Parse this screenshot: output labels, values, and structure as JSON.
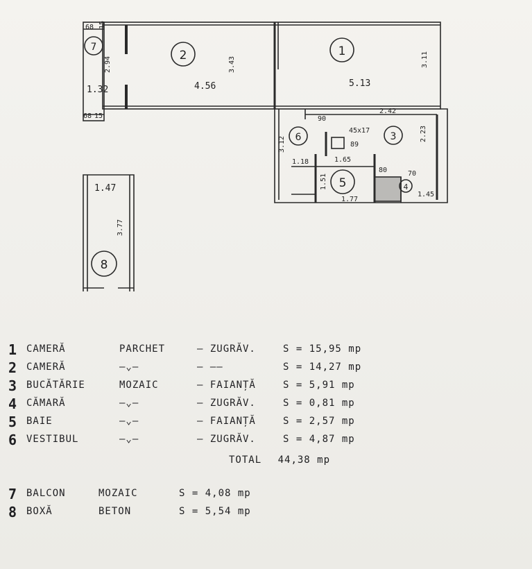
{
  "plan": {
    "rooms": [
      {
        "n": "1"
      },
      {
        "n": "2"
      },
      {
        "n": "3"
      },
      {
        "n": "4"
      },
      {
        "n": "5"
      },
      {
        "n": "6"
      },
      {
        "n": "7"
      },
      {
        "n": "8"
      }
    ],
    "dims": {
      "d_68_top": "68",
      "d_15_top": "15",
      "d_294": "2.94",
      "d_132": "1.32",
      "d_68_bot": "68",
      "d_15_bot": "15",
      "d_456": "4.56",
      "d_343": "3.43",
      "d_513": "5.13",
      "d_311": "3.11",
      "d_90": "90",
      "d_242": "2.42",
      "d_312": "3.12",
      "d_45x17": "45x17",
      "d_89": "89",
      "d_118": "1.18",
      "d_165": "1.65",
      "d_151": "1.51",
      "d_80": "80",
      "d_70": "70",
      "d_145": "1.45",
      "d_177": "1.77",
      "d_147": "1.47",
      "d_377": "3.77",
      "d_223": "2.23"
    }
  },
  "legend": [
    {
      "idx": "1",
      "name": "CAMERĂ",
      "floor": "PARCHET",
      "wall": "– ZUGRĂV.",
      "area": "S = 15,95 mp"
    },
    {
      "idx": "2",
      "name": "CAMERĂ",
      "floor": "—⌄—",
      "wall": "–  ——",
      "area": "S = 14,27 mp"
    },
    {
      "idx": "3",
      "name": "BUCĂTĂRIE",
      "floor": "MOZAIC",
      "wall": "– FAIANȚĂ",
      "area": "S = 5,91 mp"
    },
    {
      "idx": "4",
      "name": "CĂMARĂ",
      "floor": "—⌄—",
      "wall": "– ZUGRĂV.",
      "area": "S = 0,81 mp"
    },
    {
      "idx": "5",
      "name": "BAIE",
      "floor": "—⌄—",
      "wall": "– FAIANȚĂ",
      "area": "S = 2,57 mp"
    },
    {
      "idx": "6",
      "name": "VESTIBUL",
      "floor": "—⌄—",
      "wall": "– ZUGRĂV.",
      "area": "S = 4,87 mp"
    }
  ],
  "total": {
    "label": "TOTAL",
    "value": "44,38 mp"
  },
  "extras": [
    {
      "idx": "7",
      "name": "BALCON",
      "floor": "MOZAIC",
      "area": "S = 4,08 mp"
    },
    {
      "idx": "8",
      "name": "BOXĂ",
      "floor": "BETON",
      "area": "S = 5,54 mp"
    }
  ]
}
